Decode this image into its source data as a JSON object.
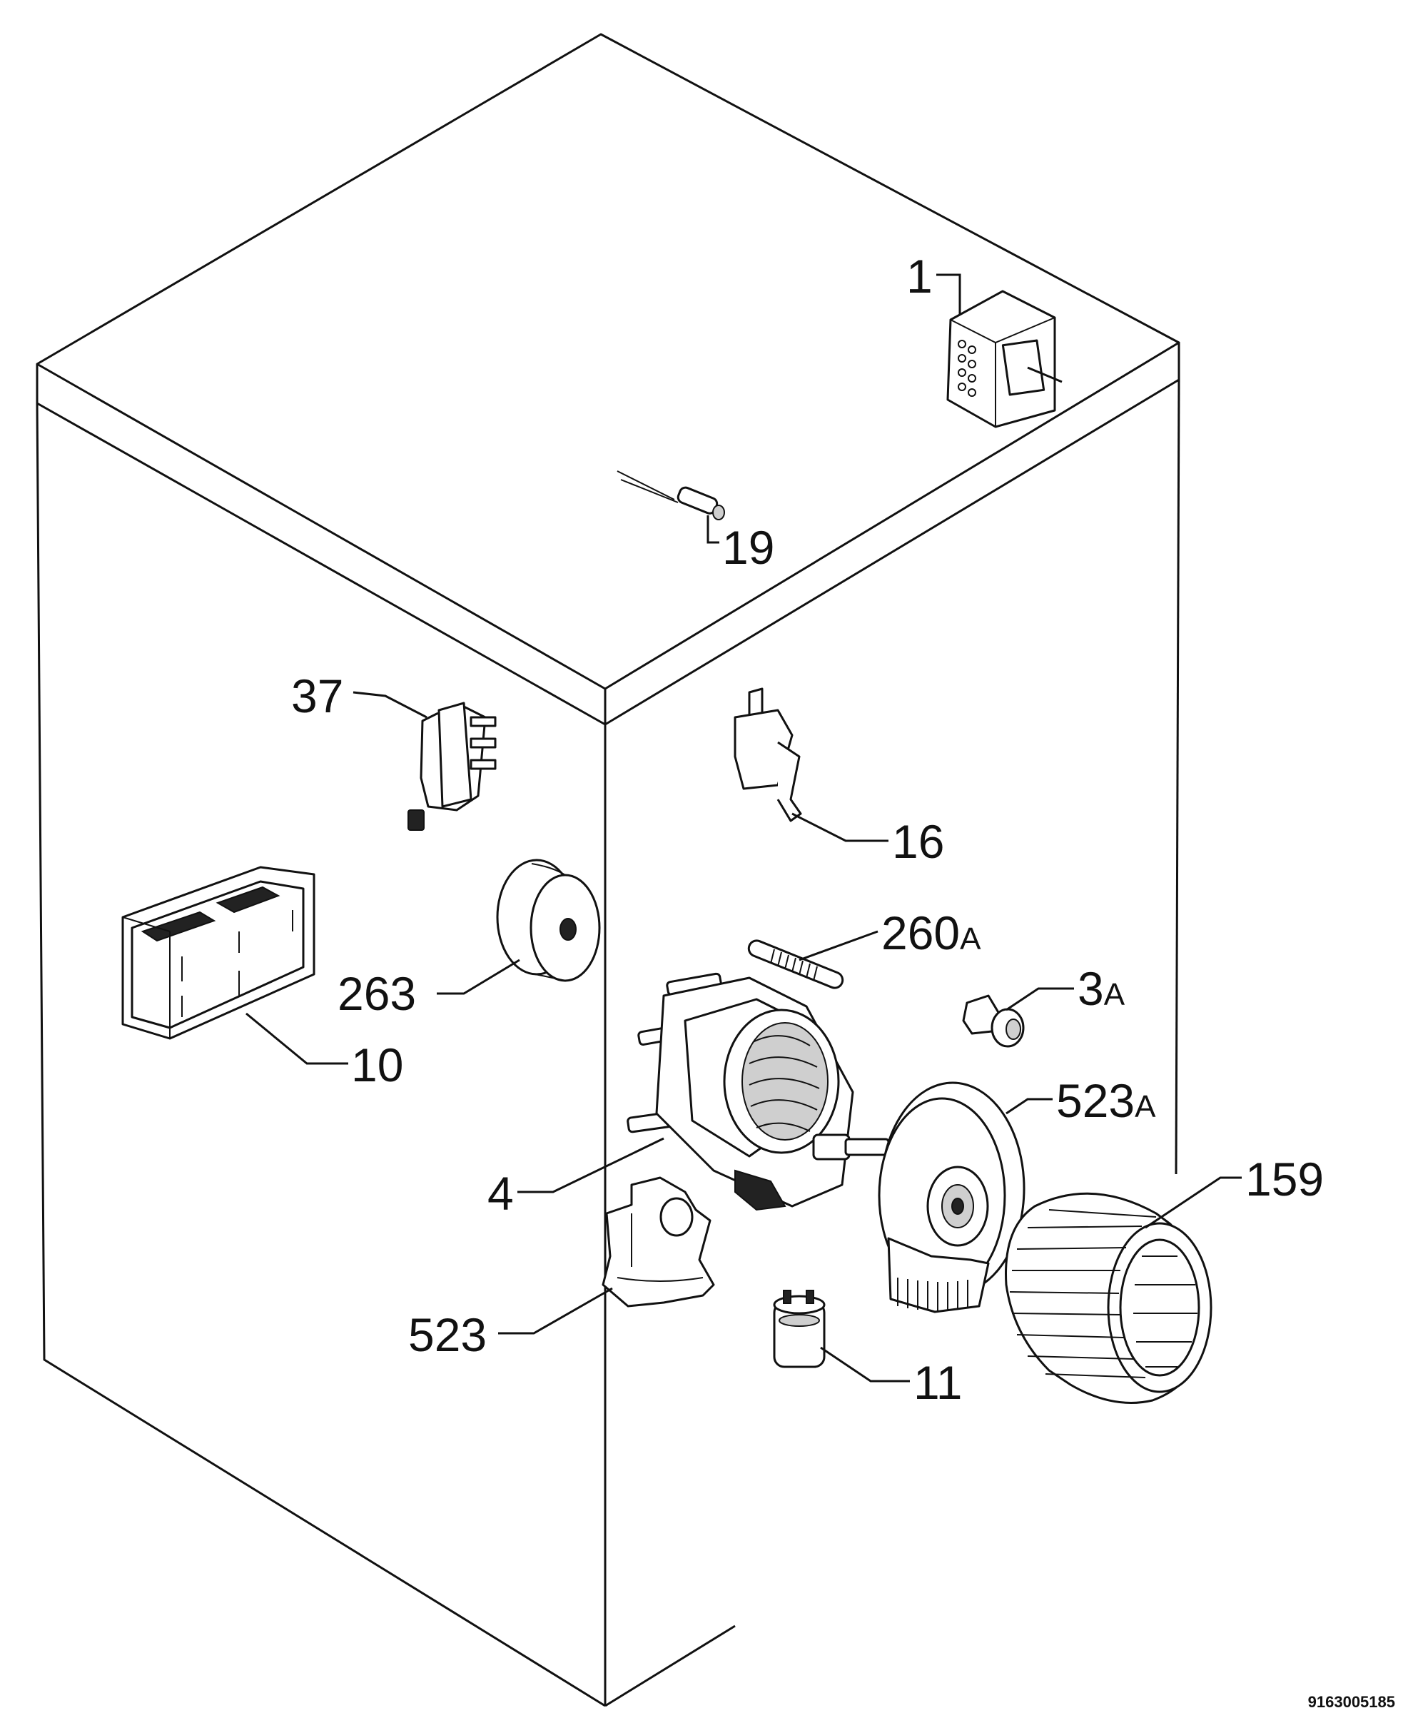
{
  "callouts": {
    "p1": "1",
    "p19": "19",
    "p37": "37",
    "p16": "16",
    "p10": "10",
    "p263": "263",
    "p260": "260",
    "p260_suffix": "A",
    "p3": "3",
    "p3_suffix": "A",
    "p4": "4",
    "p523A": "523",
    "p523A_suffix": "A",
    "p159": "159",
    "p523": "523",
    "p11": "11"
  },
  "doc_id": "9163005185"
}
